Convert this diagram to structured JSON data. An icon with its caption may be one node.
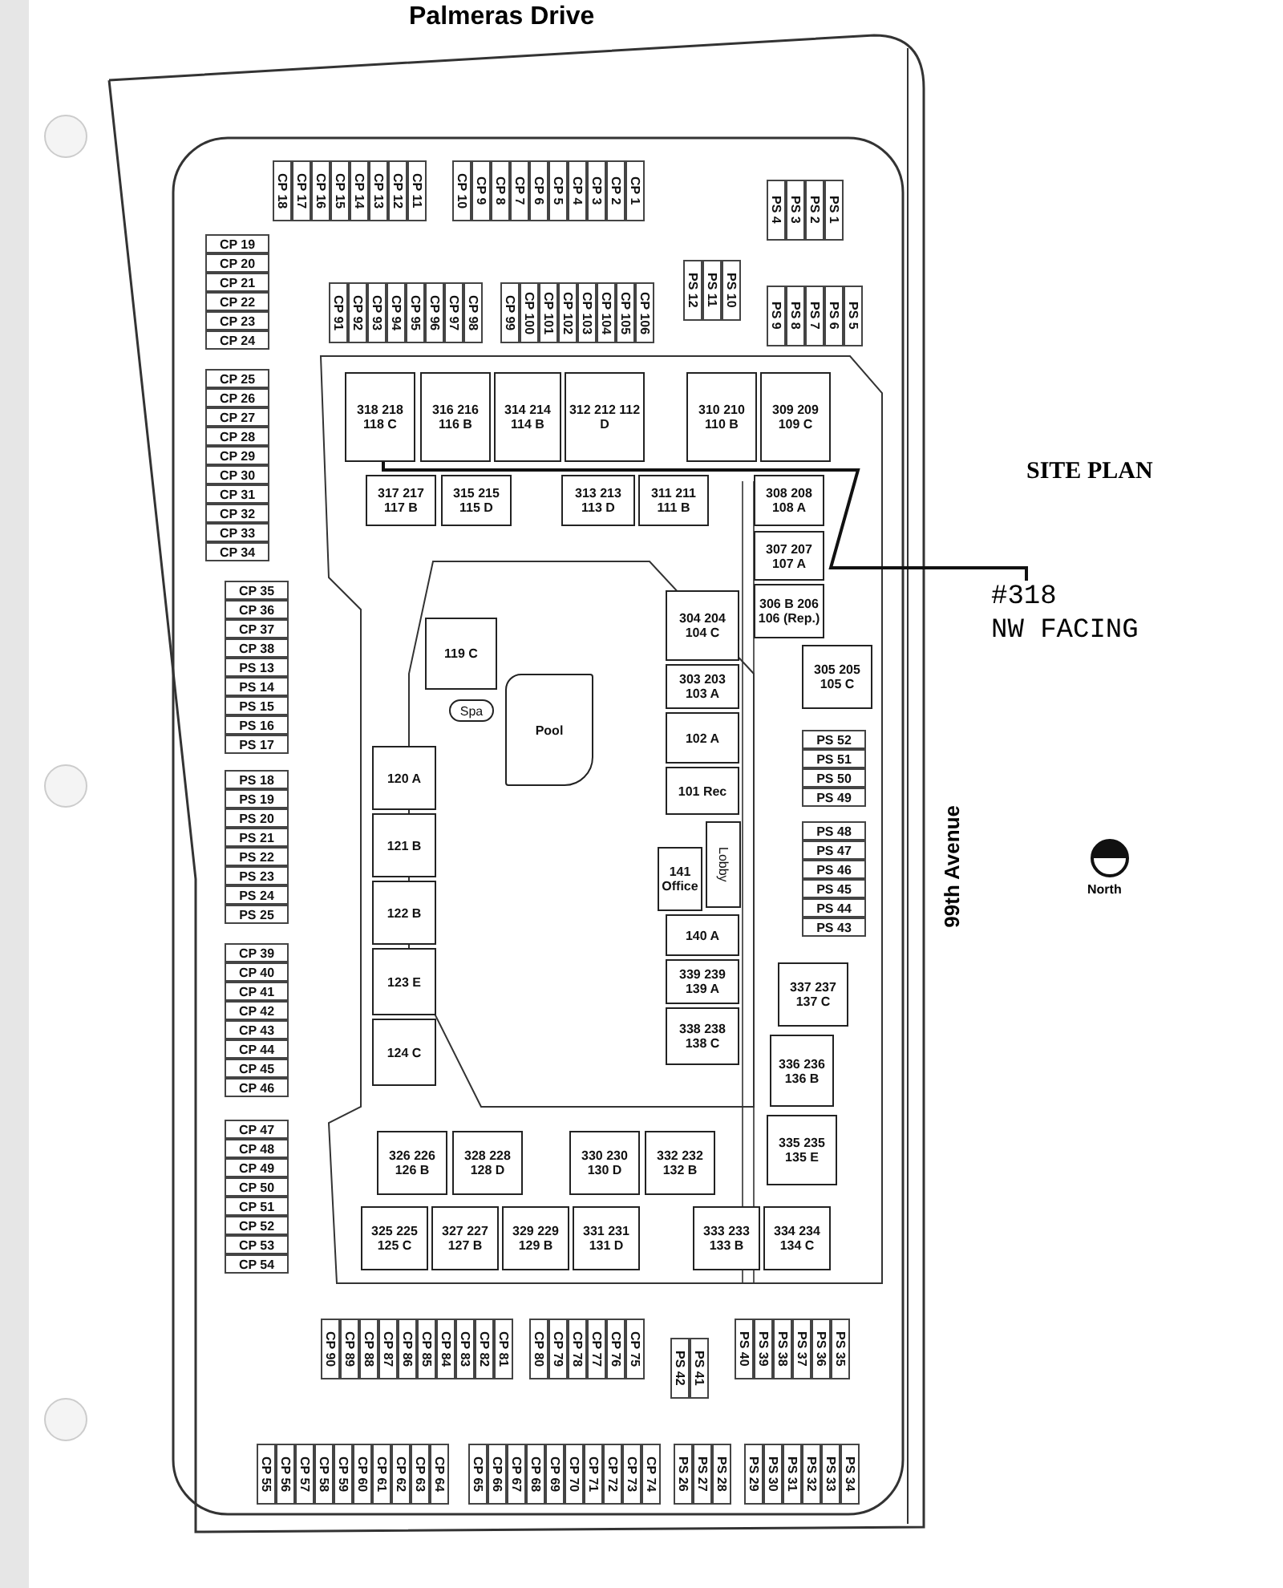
{
  "diagram": {
    "nodes": [
      {
        "text": [
          "318 218 118 C"
        ]
      },
      {
        "text": [
          "316 216 116 B"
        ]
      },
      {
        "text": [
          "314 214 114 B"
        ]
      },
      {
        "text": [
          "312 212 112 D"
        ]
      },
      {
        "text": [
          "310 210 110 B"
        ]
      },
      {
        "text": [
          "309 209 109 C"
        ]
      },
      {
        "text": [
          "317 217 117 B"
        ]
      },
      {
        "text": [
          "315 215 115 D"
        ]
      },
      {
        "text": [
          "313 213 113 D"
        ]
      },
      {
        "text": [
          "311 211 111 B"
        ]
      },
      {
        "text": [
          "308 208 108 A"
        ]
      },
      {
        "text": [
          "307 207 107 A"
        ]
      },
      {
        "text": [
          "306 B 206 106 (Rep.)"
        ]
      },
      {
        "text": [
          "119 C"
        ]
      },
      {
        "text": [
          "304 204 104 C"
        ]
      },
      {
        "text": [
          "305 205 105 C"
        ]
      },
      {
        "text": [
          "Spa"
        ]
      },
      {
        "text": [
          "Pool"
        ]
      },
      {
        "text": [
          "303 203 103 A"
        ]
      },
      {
        "text": [
          "120 A"
        ]
      },
      {
        "text": [
          "102 A"
        ]
      },
      {
        "text": [
          "101 Rec"
        ]
      },
      {
        "text": [
          "121 B"
        ]
      },
      {
        "text": [
          "Lobby"
        ]
      },
      {
        "text": [
          "141 Office"
        ]
      },
      {
        "text": [
          "122 B"
        ]
      },
      {
        "text": [
          "140 A"
        ]
      },
      {
        "text": [
          "339 239 139 A"
        ]
      },
      {
        "text": [
          "123 E"
        ]
      },
      {
        "text": [
          "337 237 137 C"
        ]
      },
      {
        "text": [
          "338 238 138 C"
        ]
      },
      {
        "text": [
          "124 C"
        ]
      },
      {
        "text": [
          "336 236 136 B"
        ]
      },
      {
        "text": [
          "326 226 126 B"
        ]
      },
      {
        "text": [
          "328 228 128 D"
        ]
      },
      {
        "text": [
          "330 230 130 D"
        ]
      },
      {
        "text": [
          "332 232 132 B"
        ]
      },
      {
        "text": [
          "335 235 135 E"
        ]
      },
      {
        "text": [
          "325 225 125 C"
        ]
      },
      {
        "text": [
          "327 227 127 B"
        ]
      },
      {
        "text": [
          "329 229 129 B"
        ]
      },
      {
        "text": [
          "331 231 131 D"
        ]
      },
      {
        "text": [
          "333 233 133 B"
        ]
      },
      {
        "text": [
          "334 234 134 C"
        ]
      },
      {
        "text": [
          "#318",
          "NW FACING"
        ]
      }
    ],
    "edges": [
      {
        "from": 44,
        "to": 0,
        "arrow": "none"
      }
    ],
    "labels": [
      "Palmeras Drive",
      "CP 18",
      "CP 17",
      "CP 16",
      "CP 15",
      "CP 14",
      "CP 13",
      "CP 12",
      "CP 11",
      "CP 10",
      "CP 9",
      "CP 8",
      "CP 7",
      "CP 6",
      "CP 5",
      "CP 4",
      "CP 3",
      "CP 2",
      "CP 1",
      "CP 19",
      "CP 20",
      "CP 21",
      "CP 22",
      "CP 23",
      "CP 24",
      "CP 25",
      "CP 26",
      "CP 27",
      "CP 28",
      "CP 29",
      "CP 30",
      "CP 31",
      "CP 32",
      "CP 33",
      "CP 34",
      "CP 91",
      "CP 92",
      "CP 93",
      "CP 94",
      "CP 95",
      "CP 96",
      "CP 97",
      "CP 98",
      "CP 99",
      "CP 100",
      "CP 101",
      "CP 102",
      "CP 103",
      "CP 104",
      "CP 105",
      "CP 106",
      "PS 4",
      "PS 3",
      "PS 2",
      "PS 1",
      "PS 12",
      "PS 11",
      "PS 10",
      "PS 9",
      "PS 8",
      "PS 7",
      "PS 6",
      "PS 5",
      "SITE PLAN",
      "CP 35",
      "CP 36",
      "CP 37",
      "CP 38",
      "PS 13",
      "PS 14",
      "PS 15",
      "PS 16",
      "PS 17",
      "PS 18",
      "PS 19",
      "PS 20",
      "PS 21",
      "PS 22",
      "PS 23",
      "PS 24",
      "PS 25",
      "PS 52",
      "PS 51",
      "PS 50",
      "PS 49",
      "PS 48",
      "PS 47",
      "PS 46",
      "PS 45",
      "PS 44",
      "PS 43",
      "99th Avenue",
      "North",
      "CP 39",
      "CP 40",
      "CP 41",
      "CP 42",
      "CP 43",
      "CP 44",
      "CP 45",
      "CP 46",
      "CP 47",
      "CP 48",
      "CP 49",
      "CP 50",
      "CP 51",
      "CP 52",
      "CP 53",
      "CP 54",
      "CP 90",
      "CP 89",
      "CP 88",
      "CP 87",
      "CP 86",
      "CP 85",
      "CP 84",
      "CP 83",
      "CP 82",
      "CP 81",
      "CP 80",
      "CP 79",
      "CP 78",
      "CP 77",
      "CP 76",
      "CP 75",
      "PS 42",
      "PS 41",
      "PS 40",
      "PS 39",
      "PS 38",
      "PS 37",
      "PS 36",
      "PS 35",
      "CP 55",
      "CP 56",
      "CP 57",
      "CP 58",
      "CP 59",
      "CP 60",
      "CP 61",
      "CP 62",
      "CP 63",
      "CP 64",
      "CP 65",
      "CP 66",
      "CP 67",
      "CP 68",
      "CP 69",
      "CP 70",
      "CP 71",
      "CP 72",
      "CP 73",
      "CP 74",
      "PS 26",
      "PS 27",
      "PS 28",
      "PS 29",
      "PS 30",
      "PS 31",
      "PS 32",
      "PS 33",
      "PS 34"
    ]
  }
}
